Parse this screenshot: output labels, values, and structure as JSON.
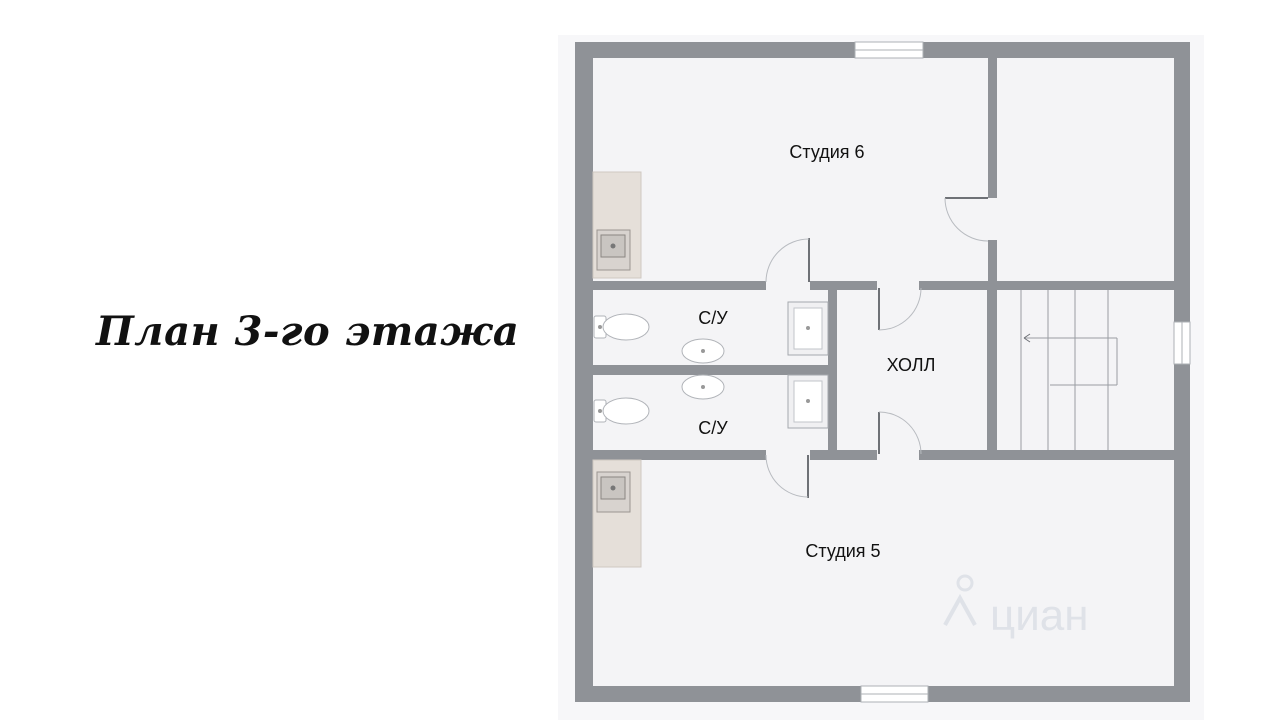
{
  "title": "План 3-го этажа",
  "rooms": {
    "studio6": "Студия 6",
    "bath_top": "С/У",
    "hall": "ХОЛЛ",
    "bath_bottom": "С/У",
    "studio5": "Студия 5"
  },
  "watermark": "циан",
  "colors": {
    "wall": "#8f9297",
    "floor": "#f5f5f7",
    "kitchen": "#e5dfd9",
    "background": "#ffffff"
  }
}
